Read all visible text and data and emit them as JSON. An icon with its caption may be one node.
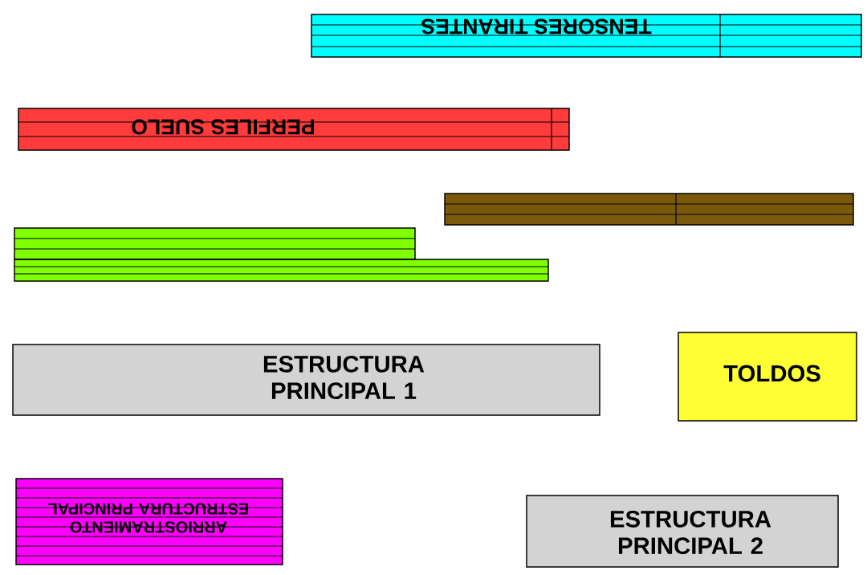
{
  "diagram": {
    "nodes": [
      {
        "text": [
          "TENSORES TIRANTES"
        ]
      },
      {
        "text": [
          "PERFILES SUELO"
        ]
      },
      {
        "text": [],
        "shape": "bar"
      },
      {
        "text": [],
        "shape": "bar"
      },
      {
        "text": [
          "ESTRUCTURA PRINCIPAL 1"
        ]
      },
      {
        "text": [
          "TOLDOS"
        ]
      },
      {
        "text": [
          "ARRIOSTRAMIENTO ESTRUCTURA PRINCIPAL"
        ]
      },
      {
        "text": [
          "ESTRUCTURA PRINCIPAL 2"
        ]
      }
    ]
  }
}
